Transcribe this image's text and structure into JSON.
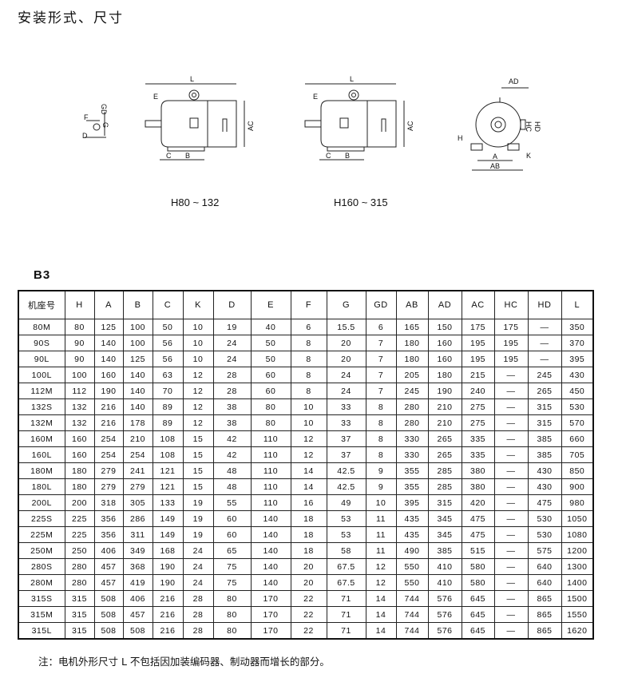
{
  "title": "安装形式、尺寸",
  "drawings": {
    "shaft_labels": [
      "F",
      "GD",
      "G",
      "D"
    ],
    "side_labels": [
      "L",
      "E",
      "AC",
      "C",
      "B"
    ],
    "end_labels": [
      "AD",
      "HC",
      "HD",
      "H",
      "A",
      "K",
      "AB"
    ],
    "captions": [
      "H80 ~ 132",
      "H160 ~ 315"
    ]
  },
  "table_label": "B3",
  "table": {
    "headers": [
      "机座号",
      "H",
      "A",
      "B",
      "C",
      "K",
      "D",
      "E",
      "F",
      "G",
      "GD",
      "AB",
      "AD",
      "AC",
      "HC",
      "HD",
      "L"
    ],
    "rows": [
      [
        "80M",
        "80",
        "125",
        "100",
        "50",
        "10",
        "19",
        "40",
        "6",
        "15.5",
        "6",
        "165",
        "150",
        "175",
        "175",
        "—",
        "350"
      ],
      [
        "90S",
        "90",
        "140",
        "100",
        "56",
        "10",
        "24",
        "50",
        "8",
        "20",
        "7",
        "180",
        "160",
        "195",
        "195",
        "—",
        "370"
      ],
      [
        "90L",
        "90",
        "140",
        "125",
        "56",
        "10",
        "24",
        "50",
        "8",
        "20",
        "7",
        "180",
        "160",
        "195",
        "195",
        "—",
        "395"
      ],
      [
        "100L",
        "100",
        "160",
        "140",
        "63",
        "12",
        "28",
        "60",
        "8",
        "24",
        "7",
        "205",
        "180",
        "215",
        "—",
        "245",
        "430"
      ],
      [
        "112M",
        "112",
        "190",
        "140",
        "70",
        "12",
        "28",
        "60",
        "8",
        "24",
        "7",
        "245",
        "190",
        "240",
        "—",
        "265",
        "450"
      ],
      [
        "132S",
        "132",
        "216",
        "140",
        "89",
        "12",
        "38",
        "80",
        "10",
        "33",
        "8",
        "280",
        "210",
        "275",
        "—",
        "315",
        "530"
      ],
      [
        "132M",
        "132",
        "216",
        "178",
        "89",
        "12",
        "38",
        "80",
        "10",
        "33",
        "8",
        "280",
        "210",
        "275",
        "—",
        "315",
        "570"
      ],
      [
        "160M",
        "160",
        "254",
        "210",
        "108",
        "15",
        "42",
        "110",
        "12",
        "37",
        "8",
        "330",
        "265",
        "335",
        "—",
        "385",
        "660"
      ],
      [
        "160L",
        "160",
        "254",
        "254",
        "108",
        "15",
        "42",
        "110",
        "12",
        "37",
        "8",
        "330",
        "265",
        "335",
        "—",
        "385",
        "705"
      ],
      [
        "180M",
        "180",
        "279",
        "241",
        "121",
        "15",
        "48",
        "110",
        "14",
        "42.5",
        "9",
        "355",
        "285",
        "380",
        "—",
        "430",
        "850"
      ],
      [
        "180L",
        "180",
        "279",
        "279",
        "121",
        "15",
        "48",
        "110",
        "14",
        "42.5",
        "9",
        "355",
        "285",
        "380",
        "—",
        "430",
        "900"
      ],
      [
        "200L",
        "200",
        "318",
        "305",
        "133",
        "19",
        "55",
        "110",
        "16",
        "49",
        "10",
        "395",
        "315",
        "420",
        "—",
        "475",
        "980"
      ],
      [
        "225S",
        "225",
        "356",
        "286",
        "149",
        "19",
        "60",
        "140",
        "18",
        "53",
        "11",
        "435",
        "345",
        "475",
        "—",
        "530",
        "1050"
      ],
      [
        "225M",
        "225",
        "356",
        "311",
        "149",
        "19",
        "60",
        "140",
        "18",
        "53",
        "11",
        "435",
        "345",
        "475",
        "—",
        "530",
        "1080"
      ],
      [
        "250M",
        "250",
        "406",
        "349",
        "168",
        "24",
        "65",
        "140",
        "18",
        "58",
        "11",
        "490",
        "385",
        "515",
        "—",
        "575",
        "1200"
      ],
      [
        "280S",
        "280",
        "457",
        "368",
        "190",
        "24",
        "75",
        "140",
        "20",
        "67.5",
        "12",
        "550",
        "410",
        "580",
        "—",
        "640",
        "1300"
      ],
      [
        "280M",
        "280",
        "457",
        "419",
        "190",
        "24",
        "75",
        "140",
        "20",
        "67.5",
        "12",
        "550",
        "410",
        "580",
        "—",
        "640",
        "1400"
      ],
      [
        "315S",
        "315",
        "508",
        "406",
        "216",
        "28",
        "80",
        "170",
        "22",
        "71",
        "14",
        "744",
        "576",
        "645",
        "—",
        "865",
        "1500"
      ],
      [
        "315M",
        "315",
        "508",
        "457",
        "216",
        "28",
        "80",
        "170",
        "22",
        "71",
        "14",
        "744",
        "576",
        "645",
        "—",
        "865",
        "1550"
      ],
      [
        "315L",
        "315",
        "508",
        "508",
        "216",
        "28",
        "80",
        "170",
        "22",
        "71",
        "14",
        "744",
        "576",
        "645",
        "—",
        "865",
        "1620"
      ]
    ]
  },
  "note": "注：电机外形尺寸 L 不包括因加装编码器、制动器而增长的部分。"
}
